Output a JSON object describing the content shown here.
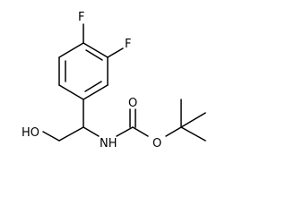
{
  "molecule": {
    "atoms": {
      "f_top": "F",
      "f_right": "F",
      "hydroxyl": "HO",
      "amine": "NH",
      "carbonyl_oxygen": "O",
      "ester_oxygen": "O"
    }
  },
  "colors": {
    "bond": "#000000",
    "label": "#000000",
    "background": "#ffffff"
  }
}
